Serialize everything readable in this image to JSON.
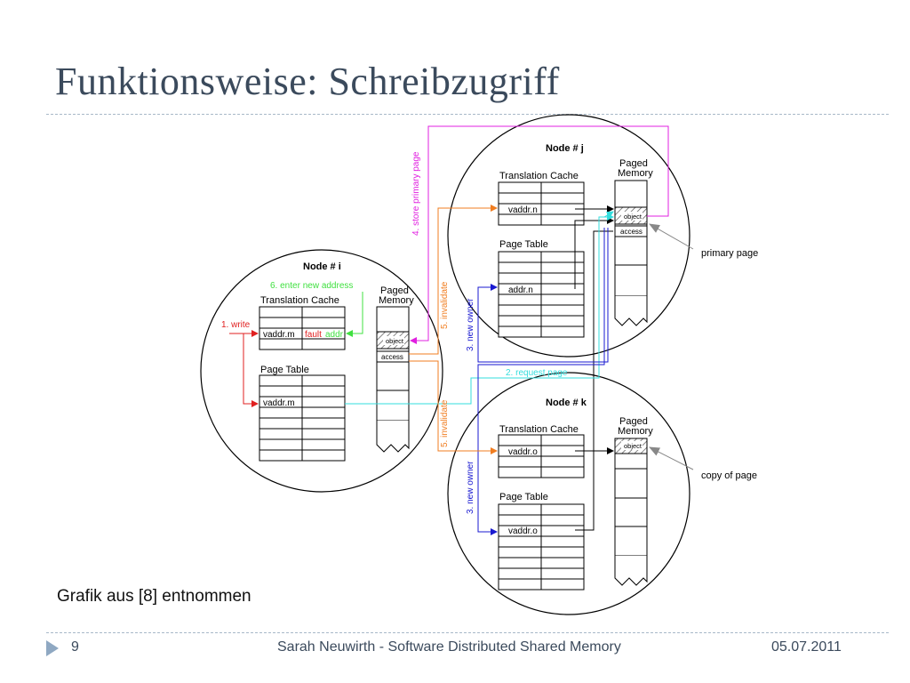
{
  "slide": {
    "title": "Funktionsweise: Schreibzugriff",
    "caption": "Grafik aus [8] entnommen",
    "footer": {
      "page_number": "9",
      "center": "Sarah Neuwirth - Software Distributed Shared Memory",
      "date": "05.07.2011"
    }
  },
  "diagram": {
    "node_i": {
      "title": "Node # i",
      "translation_cache": "Translation Cache",
      "page_table": "Page Table",
      "paged_memory": [
        "Paged",
        "Memory"
      ],
      "tc_row": [
        "vaddr.m",
        "fault",
        "addr"
      ],
      "pt_row": "vaddr.m",
      "object": "object",
      "access": "access"
    },
    "node_j": {
      "title": "Node # j",
      "translation_cache": "Translation Cache",
      "page_table": "Page Table",
      "paged_memory": [
        "Paged",
        "Memory"
      ],
      "tc_row": "vaddr.n",
      "pt_row": "addr.n",
      "object": "object",
      "access": "access"
    },
    "node_k": {
      "title": "Node # k",
      "translation_cache": "Translation Cache",
      "page_table": "Page Table",
      "paged_memory": [
        "Paged",
        "Memory"
      ],
      "tc_row": "vaddr.o",
      "pt_row": "vaddr.o",
      "object": "object"
    },
    "arrows": {
      "write": "1. write",
      "request_page": "2. request page",
      "new_owner_j": "3. new owner",
      "new_owner_k": "3. new owner",
      "store_primary": "4. store primary page",
      "invalidate_j": "5. invalidate",
      "invalidate_k": "5. invalidate",
      "enter_address": "6. enter new address"
    },
    "callouts": {
      "primary_page": "primary page",
      "copy_of_page": "copy of page"
    },
    "colors": {
      "write": "#e02020",
      "request": "#33dddd",
      "new_owner": "#1a1ad0",
      "store": "#e020e0",
      "invalidate": "#f07d20",
      "enter_address": "#40e040"
    }
  }
}
